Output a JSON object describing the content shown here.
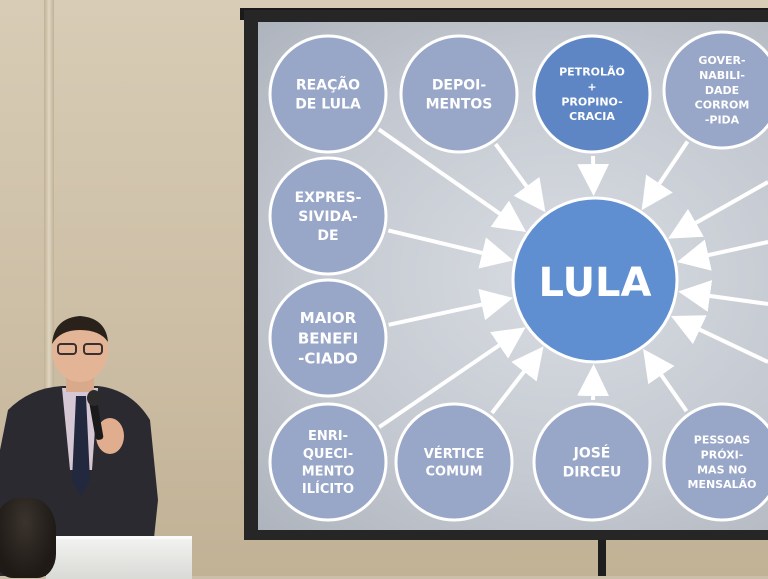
{
  "center": {
    "label": "LULA"
  },
  "nodes": [
    {
      "id": "reacao",
      "lines": [
        "REAÇÃO",
        "DE LULA"
      ]
    },
    {
      "id": "depoimentos",
      "lines": [
        "DEPOI-",
        "MENTOS"
      ]
    },
    {
      "id": "petrolao",
      "lines": [
        "PETROLÃO",
        "+",
        "PROPINO-",
        "CRACIA"
      ]
    },
    {
      "id": "governabilidade",
      "lines": [
        "GOVER-",
        "NABILI-",
        "DADE",
        "CORROM",
        "-PIDA"
      ]
    },
    {
      "id": "expressividade",
      "lines": [
        "EXPRES-",
        "SIVIDA-",
        "DE"
      ]
    },
    {
      "id": "maior-beneficiado",
      "lines": [
        "MAIOR",
        "BENEFI",
        "-CIADO"
      ]
    },
    {
      "id": "enriquecimento",
      "lines": [
        "ENRI-",
        "QUECI-",
        "MENTO",
        "ILÍCITO"
      ]
    },
    {
      "id": "vertice",
      "lines": [
        "VÉRTICE",
        "COMUM"
      ]
    },
    {
      "id": "jose-dirceu",
      "lines": [
        "JOSÉ",
        "DIRCEU"
      ]
    },
    {
      "id": "pessoas",
      "lines": [
        "PESSOAS",
        "PRÓXI-",
        "MAS NO",
        "MENSALÃO"
      ]
    }
  ],
  "colors": {
    "node_fill": "#98a6c8",
    "node_fill_alt": "#5f86c4",
    "center_fill": "#5f8fd0",
    "node_stroke": "#ffffff",
    "arrow": "#ffffff"
  }
}
